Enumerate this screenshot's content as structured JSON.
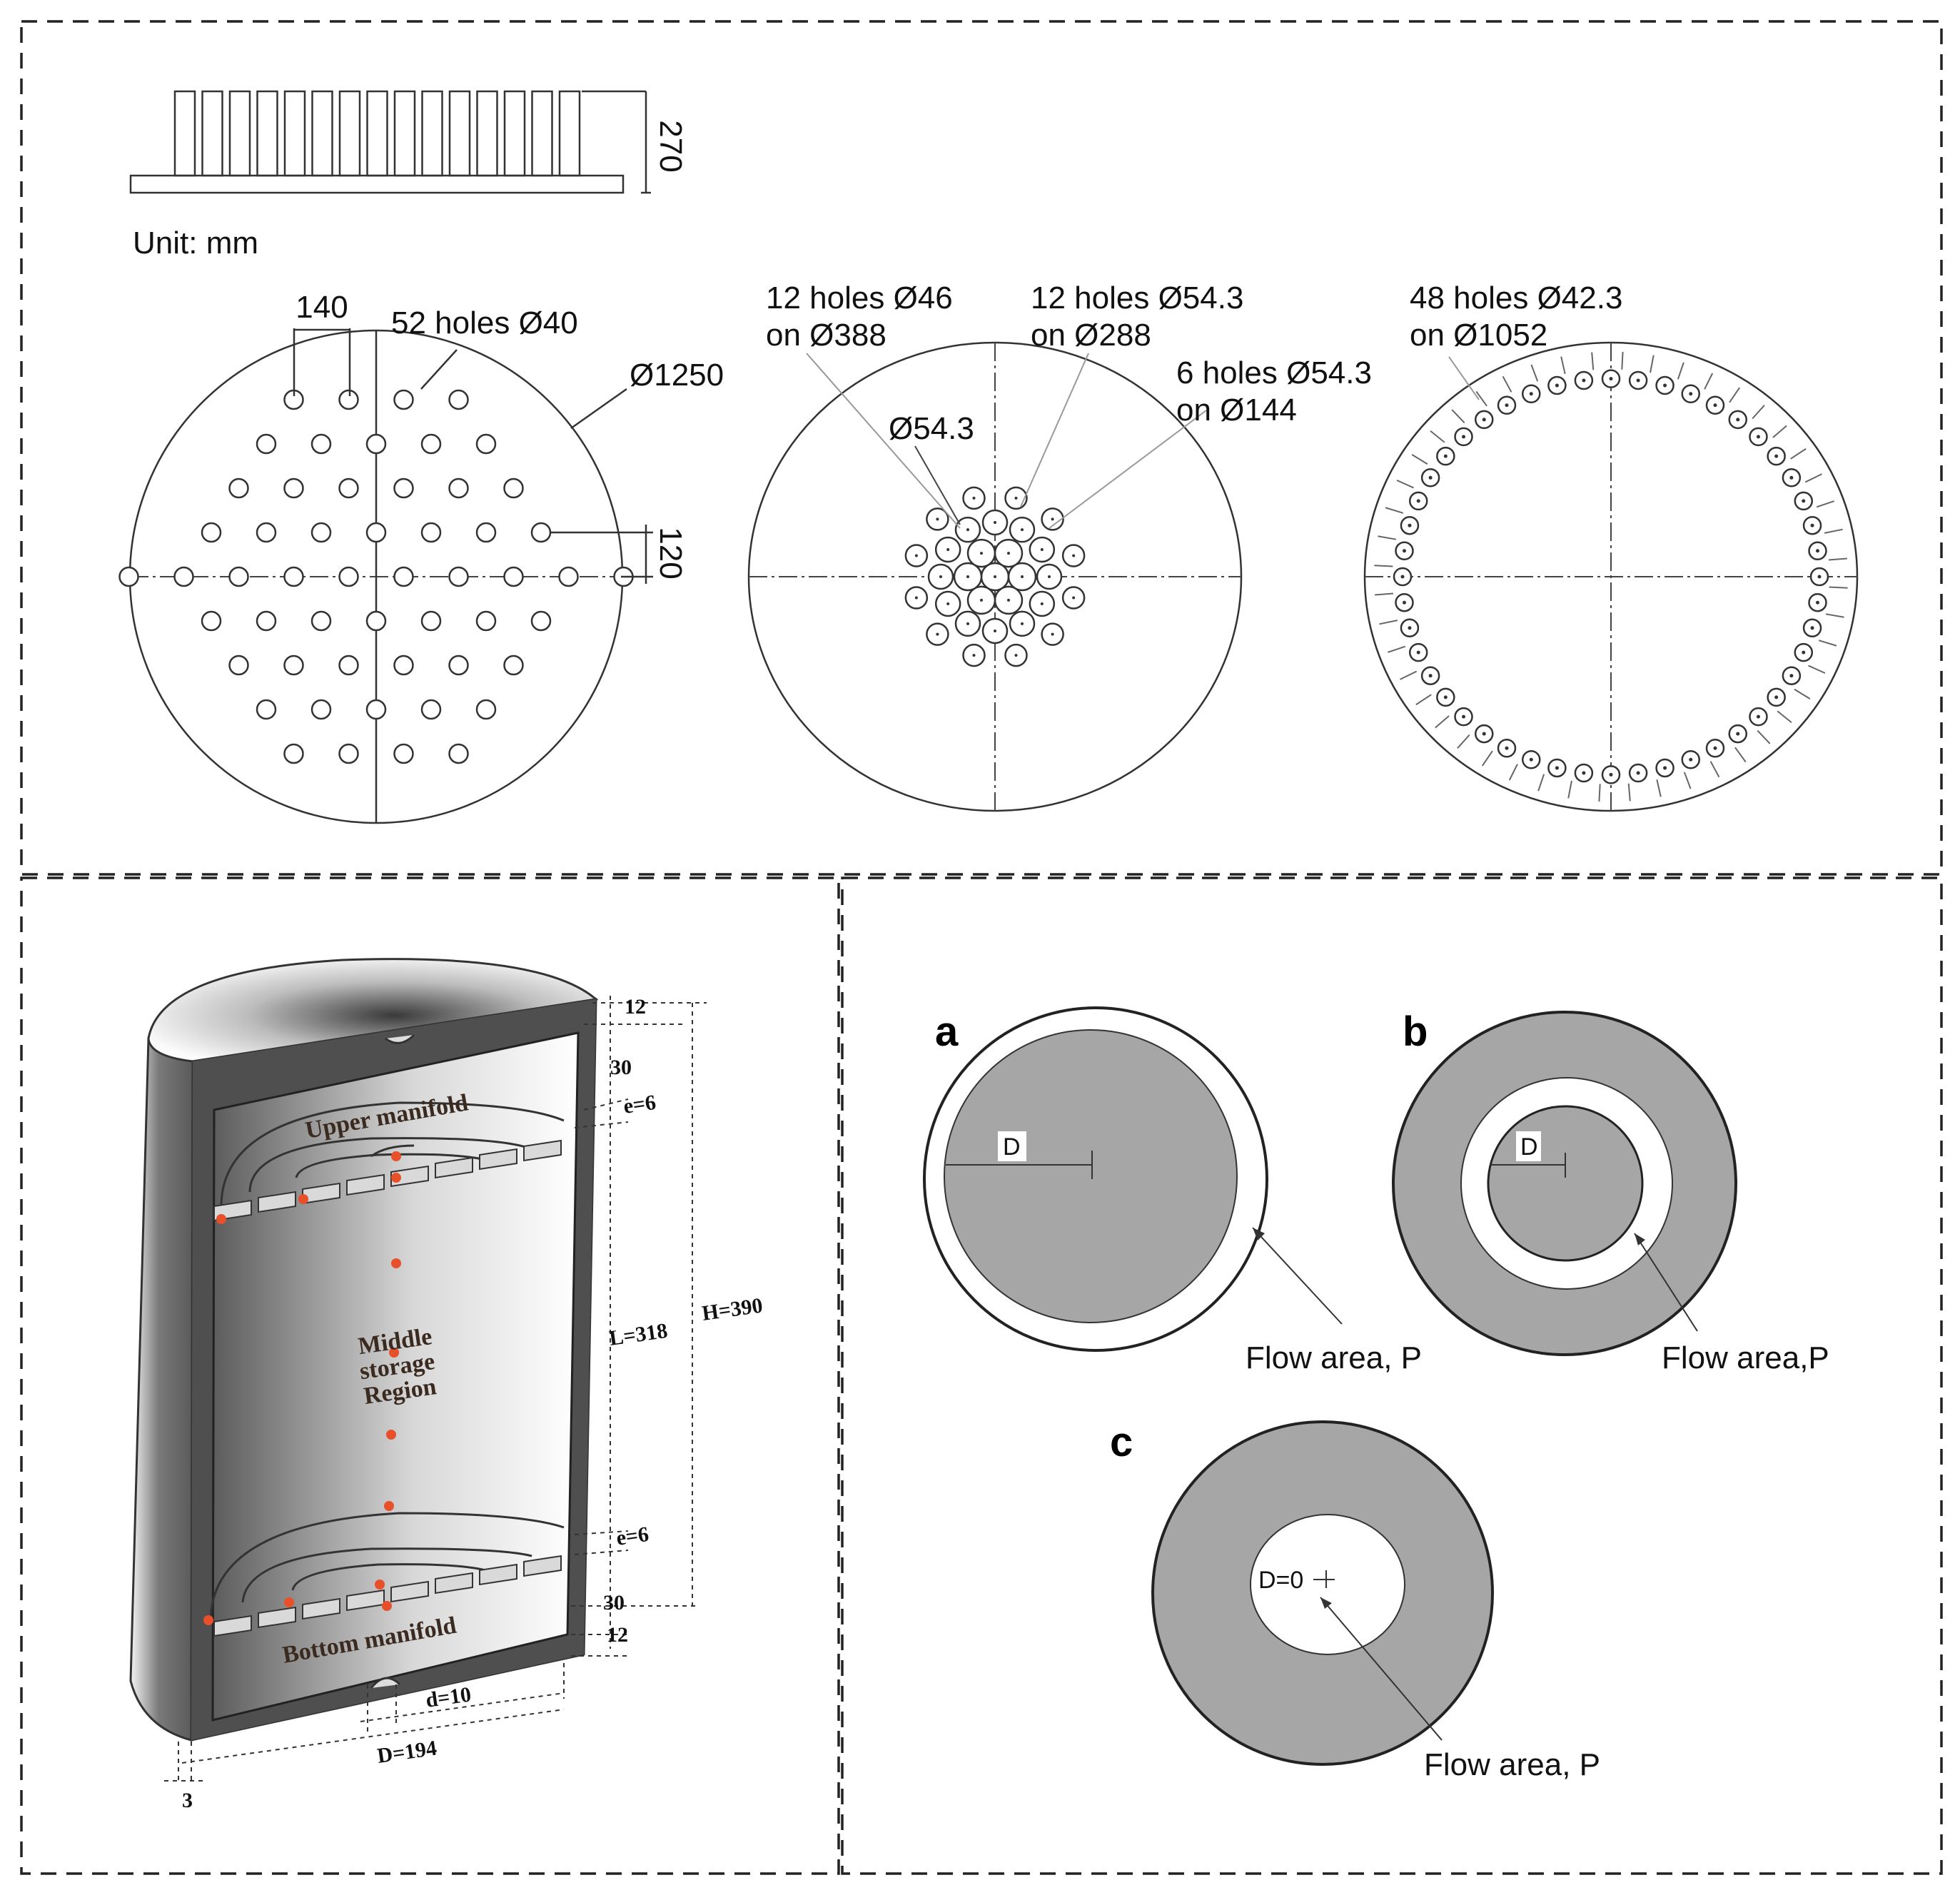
{
  "panel_top": {
    "side_view": {
      "height_dim": "270"
    },
    "unit_label": "Unit: mm",
    "plate1": {
      "pitch_x": "140",
      "pitch_y": "120",
      "holes_label": "52 holes Ø40",
      "diameter_label": "Ø1250"
    },
    "plate2": {
      "holes_a_line1": "12 holes Ø46",
      "holes_a_line2": "on Ø388",
      "holes_b_line1": "12 holes Ø54.3",
      "holes_b_line2": "on Ø288",
      "holes_c_line1": "6 holes Ø54.3",
      "holes_c_line2": "on Ø144",
      "center_label": "Ø54.3"
    },
    "plate3": {
      "holes_line1": "48 holes Ø42.3",
      "holes_line2": "on Ø1052"
    }
  },
  "panel_tank": {
    "upper_manifold": "Upper manifold",
    "middle_line1": "Middle",
    "middle_line2": "storage",
    "middle_line3": "Region",
    "bottom_manifold": "Bottom manifold",
    "dim_top_12": "12",
    "dim_top_30": "30",
    "dim_e_top": "e=6",
    "dim_L": "L=318",
    "dim_H": "H=390",
    "dim_e_bottom": "e=6",
    "dim_bottom_30": "30",
    "dim_bottom_12": "12",
    "dim_d": "d=10",
    "dim_D": "D=194",
    "dim_wall": "3"
  },
  "panel_flow": {
    "a": {
      "letter": "a",
      "d_label": "D",
      "flow_label": "Flow area, P"
    },
    "b": {
      "letter": "b",
      "d_label": "D",
      "flow_label": "Flow area,P"
    },
    "c": {
      "letter": "c",
      "d_label": "D=0",
      "flow_label": "Flow area, P"
    }
  },
  "colors": {
    "flow_fill": "#a6a6a6",
    "sensor_dot": "#e8502a",
    "tank_dark": "#4a4a4a"
  }
}
